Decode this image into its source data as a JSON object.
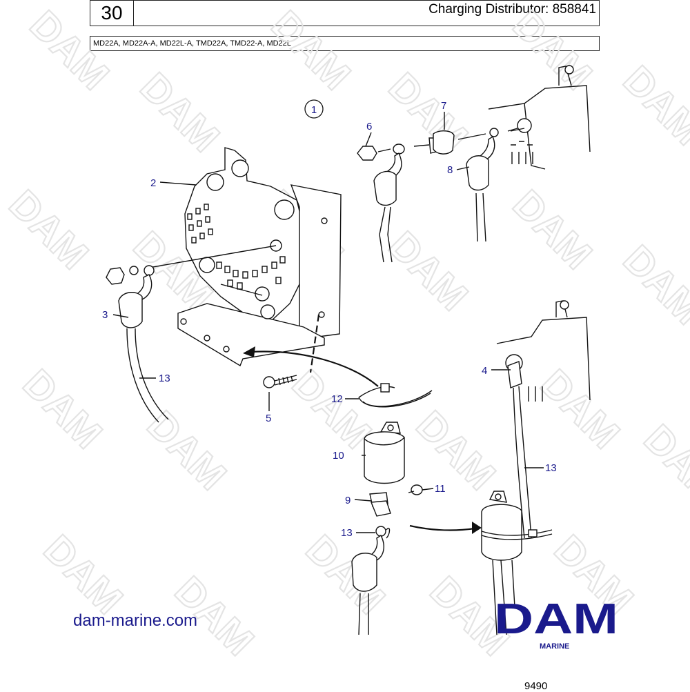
{
  "header": {
    "page_number": "30",
    "title": "Charging Distributor: 858841",
    "models": "MD22A, MD22A-A, MD22L-A, TMD22A, TMD22-A, MD22L"
  },
  "group_marker": "1",
  "callouts": {
    "c2": "2",
    "c3": "3",
    "c4": "4",
    "c5": "5",
    "c6": "6",
    "c7": "7",
    "c8": "8",
    "c9": "9",
    "c10": "10",
    "c11": "11",
    "c12": "12",
    "c13a": "13",
    "c13b": "13",
    "c13c": "13"
  },
  "footer": {
    "website": "dam-marine.com",
    "logo_text": "DAM",
    "logo_sub": "MARINE",
    "figure_number": "9490"
  },
  "watermark": {
    "text": "DAM",
    "color": "#e4e4e4"
  },
  "colors": {
    "callout": "#1a1a8c",
    "brand": "#1a1a8c",
    "line": "#111111"
  }
}
